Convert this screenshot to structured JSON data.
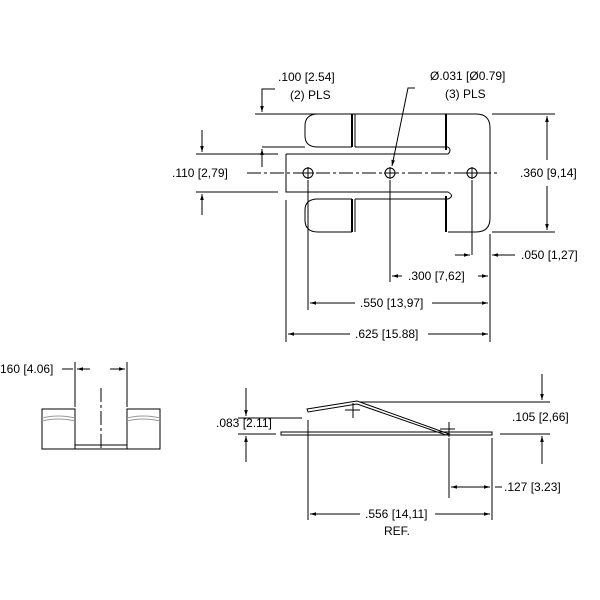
{
  "top_view": {
    "slot_width": ".100 [2.54]",
    "slot_count": "(2) PLS",
    "hole_dia": "Ø.031 [Ø0.79]",
    "hole_count": "(3) PLS",
    "tongue_width": ".110 [2,79]",
    "overall_height": ".360 [9,14]",
    "edge_offset": ".050 [1,27]",
    "hole_pitch_1": ".300 [7,62]",
    "hole_pitch_2": ".550 [13,97]",
    "overall_length": ".625 [15.88]"
  },
  "end_view": {
    "gap_width": "160 [4.06]"
  },
  "side_view": {
    "arm_height": ".083 [2.11]",
    "total_height": ".105 [2,66]",
    "bend_offset": ".127 [3.23]",
    "ref_length": ".556 [14,11]",
    "ref_label": "REF."
  }
}
